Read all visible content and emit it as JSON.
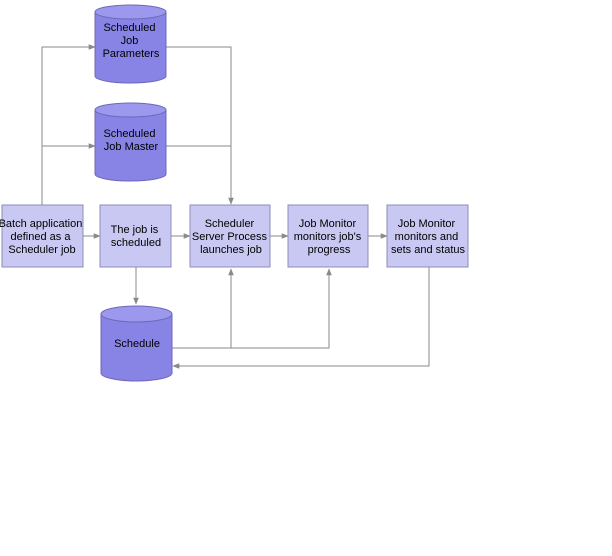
{
  "colors": {
    "process_box_fill": "#c9c8f2",
    "datastore_fill": "#8884e6",
    "connector": "#8a8a8a"
  },
  "datastores": {
    "scheduled_job_parameters": [
      "Scheduled",
      "Job",
      "Parameters"
    ],
    "scheduled_job_master": [
      "Scheduled",
      "Job Master"
    ],
    "schedule": [
      "Schedule"
    ]
  },
  "processes": {
    "batch_application": [
      "Batch application",
      "defined as a",
      "Scheduler job"
    ],
    "job_scheduled": [
      "The job is",
      "scheduled"
    ],
    "scheduler_server": [
      "Scheduler",
      "Server Process",
      "launches job"
    ],
    "job_monitor_progress": [
      "Job Monitor",
      "monitors job's",
      "progress"
    ],
    "job_monitor_status": [
      "Job Monitor",
      "monitors  and",
      "sets and status"
    ]
  }
}
